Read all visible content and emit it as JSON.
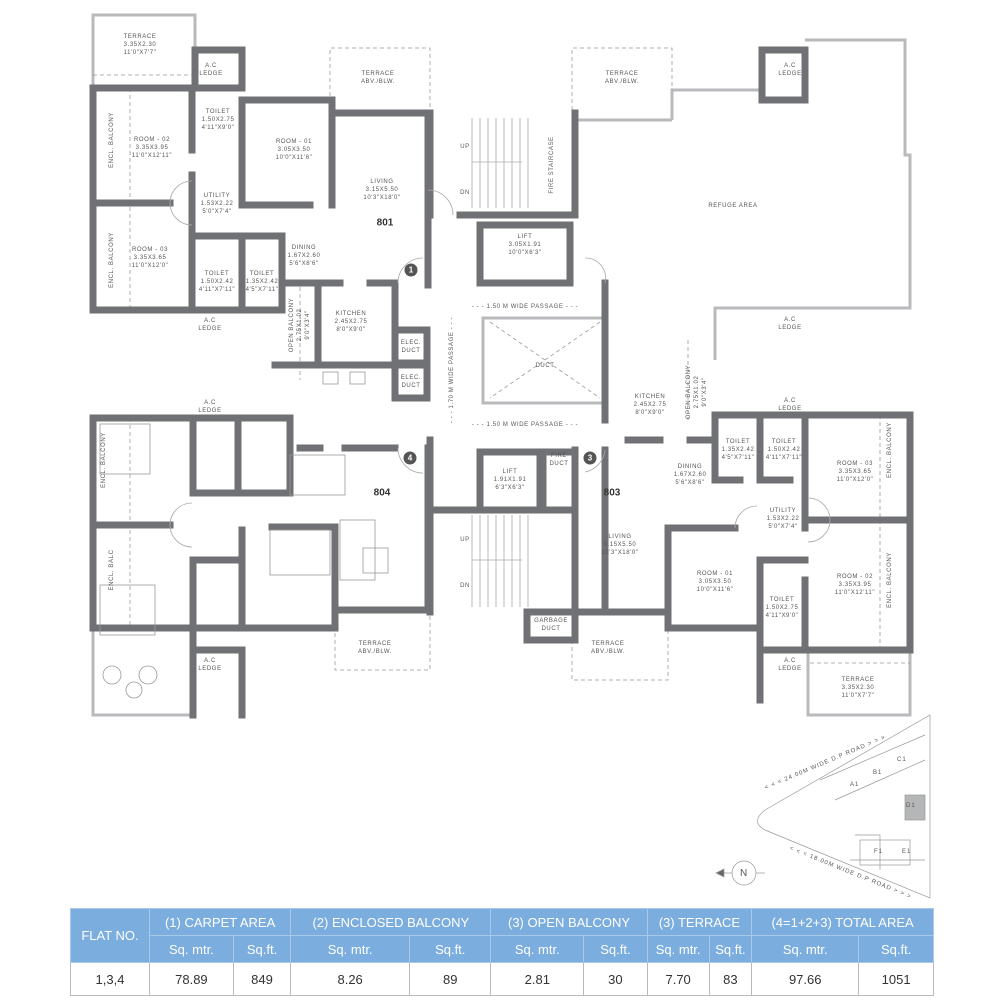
{
  "flat_801": {
    "number": "801",
    "terrace": {
      "name": "TERRACE",
      "metric": "3.35X2.30",
      "imperial": "11'0\"X7'7\""
    },
    "ac_ledge_top": "A.C LEDGE",
    "ac_ledge_bottom": "A.C LEDGE",
    "encl_balcony_1": "ENCL. BALCONY",
    "encl_balcony_2": "ENCL. BALCONY",
    "room_02": {
      "name": "ROOM - 02",
      "metric": "3.35X3.95",
      "imperial": "11'0\"X12'11\""
    },
    "toilet_1": {
      "name": "TOILET",
      "metric": "1.50X2.75",
      "imperial": "4'11\"X9'0\""
    },
    "room_01": {
      "name": "ROOM - 01",
      "metric": "3.05X3.50",
      "imperial": "10'0\"X11'6\""
    },
    "living": {
      "name": "LIVING",
      "metric": "3.15X5.50",
      "imperial": "10'3\"X18'0\""
    },
    "utility": {
      "name": "UTILITY",
      "metric": "1.53X2.22",
      "imperial": "5'0\"X7'4\""
    },
    "room_03": {
      "name": "ROOM - 03",
      "metric": "3.35X3.65",
      "imperial": "11'0\"X12'0\""
    },
    "toilet_2": {
      "name": "TOILET",
      "metric": "1.50X2.42",
      "imperial": "4'11\"X7'11\""
    },
    "toilet_3": {
      "name": "TOILET",
      "metric": "1.35X2.42",
      "imperial": "4'5\"X7'11\""
    },
    "dining": {
      "name": "DINING",
      "metric": "1.67X2.60",
      "imperial": "5'6\"X8'6\""
    },
    "kitchen": {
      "name": "KITCHEN",
      "metric": "2.45X2.75",
      "imperial": "8'0\"X9'0\""
    },
    "open_balcony": {
      "name": "OPEN BALCONY",
      "metric": "2.75X1.02",
      "imperial": "9'0\"X3'4\""
    },
    "terrace_abv": "TERRACE ABV./BLW.",
    "entry_marker": "1"
  },
  "core": {
    "fire_staircase": "FIRE STAIRCASE",
    "up_1": "UP",
    "dn_1": "DN",
    "up_2": "UP",
    "dn_2": "DN",
    "lift_1": {
      "name": "LIFT",
      "metric": "3.05X1.91",
      "imperial": "10'0\"X6'3\""
    },
    "lift_2": {
      "name": "LIFT",
      "metric": "1.91X1.91",
      "imperial": "6'3\"X6'3\""
    },
    "passage_top": "- - - 1.50 M WIDE PASSAGE - - -",
    "passage_bottom": "- - - 1.50 M WIDE PASSAGE - - -",
    "passage_vertical": "- - - 1.70 M WIDE PASSAGE - - -",
    "duct": "DUCT",
    "elec_duct_1": "ELEC. DUCT",
    "elec_duct_2": "ELEC. DUCT",
    "fire_duct": "FIRE DUCT",
    "garbage_duct": "GARBAGE DUCT"
  },
  "refuge": {
    "terrace_abv": "TERRACE ABV./BLW.",
    "ac_ledge_top": "A.C LEDGE",
    "label": "REFUGE AREA",
    "ac_ledge_bottom": "A.C LEDGE"
  },
  "flat_803": {
    "number": "803",
    "entry_marker": "3",
    "kitchen": {
      "name": "KITCHEN",
      "metric": "2.45X2.75",
      "imperial": "8'0\"X9'0\""
    },
    "open_balcony": {
      "name": "OPEN BALCONY",
      "metric": "2.75X1.02",
      "imperial": "9'0\"X3'4\""
    },
    "ac_ledge_top": "A.C LEDGE",
    "toilet_1": {
      "name": "TOILET",
      "metric": "1.35X2.42",
      "imperial": "4'5\"X7'11\""
    },
    "toilet_2": {
      "name": "TOILET",
      "metric": "1.50X2.42",
      "imperial": "4'11\"X7'11\""
    },
    "room_03": {
      "name": "ROOM - 03",
      "metric": "3.35X3.65",
      "imperial": "11'0\"X12'0\""
    },
    "dining": {
      "name": "DINING",
      "metric": "1.67X2.60",
      "imperial": "5'6\"X8'6\""
    },
    "utility": {
      "name": "UTILITY",
      "metric": "1.53X2.22",
      "imperial": "5'0\"X7'4\""
    },
    "living": {
      "name": "LIVING",
      "metric": "3.15X5.50",
      "imperial": "10'3\"X18'0\""
    },
    "room_01": {
      "name": "ROOM - 01",
      "metric": "3.05X3.50",
      "imperial": "10'0\"X11'6\""
    },
    "room_02": {
      "name": "ROOM - 02",
      "metric": "3.35X3.95",
      "imperial": "11'0\"X12'11\""
    },
    "toilet_3": {
      "name": "TOILET",
      "metric": "1.50X2.75",
      "imperial": "4'11\"X9'0\""
    },
    "encl_balcony_1": "ENCL. BALCONY",
    "encl_balcony_2": "ENCL. BALCONY",
    "terrace_abv": "TERRACE ABV./BLW.",
    "ac_ledge_bottom": "A.C LEDGE",
    "terrace": {
      "name": "TERRACE",
      "metric": "3.35X2.30",
      "imperial": "11'0\"X7'7\""
    }
  },
  "flat_804": {
    "number": "804",
    "entry_marker": "4",
    "ac_ledge_top": "A.C LEDGE",
    "ac_ledge_bottom": "A.C LEDGE",
    "encl_balcony_1": "ENCL. BALCONY",
    "encl_balcony_2": "ENCL. BALC",
    "terrace_abv": "TERRACE ABV./BLW."
  },
  "site_plan": {
    "road_top": "< < <  24.00M WIDE D.P ROAD  > > >",
    "road_bottom": "< < <  18.00M WIDE D.P ROAD  > > >",
    "buildings": [
      "A1",
      "B1",
      "C1",
      "D1",
      "E1",
      "F1"
    ],
    "north": "N",
    "highlight_color": "#b5b6b8"
  },
  "area_table": {
    "headers": [
      "FLAT NO.",
      "(1) CARPET AREA",
      "(2) ENCLOSED BALCONY",
      "(3) OPEN BALCONY",
      "(3) TERRACE",
      "(4=1+2+3)  TOTAL AREA"
    ],
    "units": [
      "Sq. mtr.",
      "Sq.ft.",
      "Sq. mtr.",
      "Sq.ft.",
      "Sq. mtr.",
      "Sq.ft.",
      "Sq. mtr.",
      "Sq.ft.",
      "Sq. mtr.",
      "Sq.ft."
    ],
    "row": [
      "1,3,4",
      "78.89",
      "849",
      "8.26",
      "89",
      "2.81",
      "30",
      "7.70",
      "83",
      "97.66",
      "1051"
    ],
    "header_color": "#7badde"
  },
  "colors": {
    "wall": "#707174",
    "thin": "#b9babc"
  }
}
